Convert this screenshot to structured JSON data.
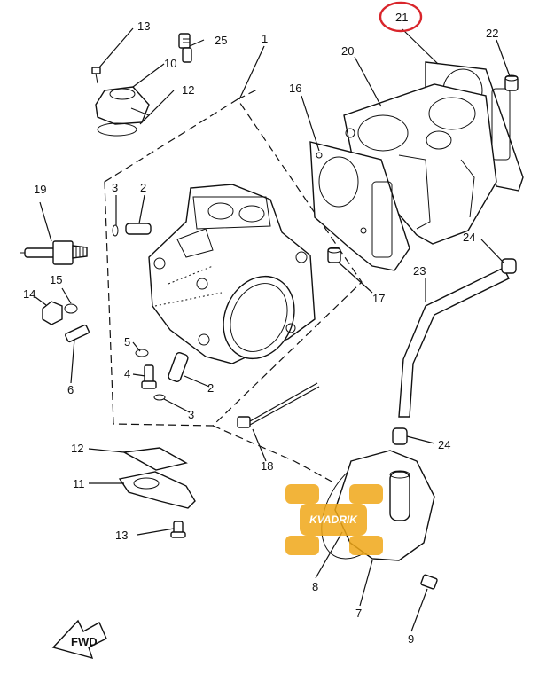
{
  "callouts": [
    {
      "key": "c1",
      "text": "1"
    },
    {
      "key": "c2a",
      "text": "2"
    },
    {
      "key": "c2b",
      "text": "2"
    },
    {
      "key": "c3a",
      "text": "3"
    },
    {
      "key": "c3b",
      "text": "3"
    },
    {
      "key": "c4",
      "text": "4"
    },
    {
      "key": "c5",
      "text": "5"
    },
    {
      "key": "c6",
      "text": "6"
    },
    {
      "key": "c7",
      "text": "7"
    },
    {
      "key": "c8",
      "text": "8"
    },
    {
      "key": "c9",
      "text": "9"
    },
    {
      "key": "c10",
      "text": "10"
    },
    {
      "key": "c11",
      "text": "11"
    },
    {
      "key": "c12a",
      "text": "12"
    },
    {
      "key": "c12b",
      "text": "12"
    },
    {
      "key": "c13a",
      "text": "13"
    },
    {
      "key": "c13b",
      "text": "13"
    },
    {
      "key": "c14",
      "text": "14"
    },
    {
      "key": "c15",
      "text": "15"
    },
    {
      "key": "c16",
      "text": "16"
    },
    {
      "key": "c17",
      "text": "17"
    },
    {
      "key": "c18",
      "text": "18"
    },
    {
      "key": "c19",
      "text": "19"
    },
    {
      "key": "c20",
      "text": "20"
    },
    {
      "key": "c21",
      "text": "21"
    },
    {
      "key": "c22",
      "text": "22"
    },
    {
      "key": "c23",
      "text": "23"
    },
    {
      "key": "c24a",
      "text": "24"
    },
    {
      "key": "c24b",
      "text": "24"
    },
    {
      "key": "c25",
      "text": "25"
    }
  ],
  "fwd_label": "FWD",
  "watermark_text": "KVADRIK",
  "highlight_color": "#d9252b",
  "watermark_color": "#f0a818"
}
